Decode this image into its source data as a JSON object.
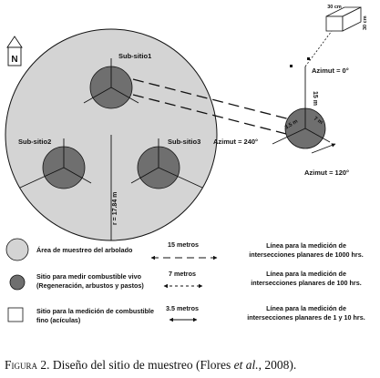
{
  "diagram": {
    "labels": {
      "north": "N",
      "subsite1": "Sub-sitio1",
      "subsite2": "Sub-sitio2",
      "subsite3": "Sub-sitio3",
      "radius": "r = 17.84 m",
      "square_size_h": "30 cm",
      "square_size_v": "30 cm",
      "azimut_0": "Azimut = 0°",
      "azimut_240": "Azimut = 240°",
      "azimut_120": "Azimut = 120°",
      "transect_15": "15 m",
      "transect_7": "7 m",
      "transect_3_5": "3.5 m"
    }
  },
  "legend": [
    {
      "symbol": "large-light-circle",
      "text": "Área de muestreo del arbolado",
      "distance": "15 metros",
      "line_style": "long-dash",
      "description": [
        "Línea para la medición de",
        "intersecciones planares de 1000 hrs."
      ]
    },
    {
      "symbol": "small-dark-circle",
      "text": [
        "Sitio para medir combustible vivo",
        "(Regeneración, arbustos y pastos)"
      ],
      "distance": "7 metros",
      "line_style": "short-dash",
      "description": [
        "Línea para la medición de",
        "intersecciones planares de 100 hrs."
      ]
    },
    {
      "symbol": "square",
      "text": [
        "Sitio para la medición de combustible",
        "fino (acículas)"
      ],
      "distance": "3.5 metros",
      "line_style": "solid",
      "description": [
        "Línea para la medición de",
        "intersecciones planares de 1 y 10 hrs."
      ]
    }
  ],
  "caption": {
    "prefix": "Figura 2.",
    "text_before": " Diseño del sitio de muestreo (Flores ",
    "italic": "et al.",
    "text_after": ", 2008)."
  },
  "colors": {
    "large_circle_fill": "#d4d4d4",
    "subsite_fill": "#6f6f6f",
    "line": "#111111"
  }
}
